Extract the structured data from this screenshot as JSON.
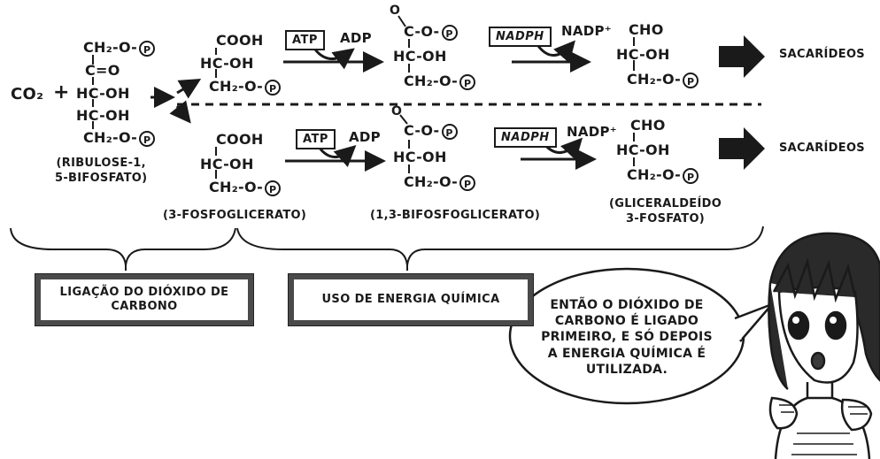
{
  "reactants": {
    "co2": "CO₂",
    "plus": "+",
    "ribulose": [
      "CH₂-O-",
      "C=O",
      "HC-OH",
      "HC-OH",
      "CH₂-O-"
    ],
    "ribulose_label": [
      "(RIBULOSE-1,",
      "5-BIFOSFATO)"
    ]
  },
  "phosphate_symbol": "P",
  "pathway_top": {
    "pga": [
      "COOH",
      "HC-OH",
      "CH₂-O-"
    ],
    "atp": "ATP",
    "adp": "ADP",
    "bpg": [
      "O",
      "C-O-",
      "HC-OH",
      "CH₂-O-"
    ],
    "nadph": "NADPH",
    "nadp": "NADP⁺",
    "g3p": [
      "CHO",
      "HC-OH",
      "CH₂-O-"
    ],
    "product": "SACARÍDEOS"
  },
  "pathway_bottom": {
    "pga": [
      "COOH",
      "HC-OH",
      "CH₂-O-"
    ],
    "atp": "ATP",
    "adp": "ADP",
    "bpg": [
      "O",
      "C-O-",
      "HC-OH",
      "CH₂-O-"
    ],
    "nadph": "NADPH",
    "nadp": "NADP⁺",
    "g3p": [
      "CHO",
      "HC-OH",
      "CH₂-O-"
    ],
    "product": "SACARÍDEOS"
  },
  "labels": {
    "pga": "(3-FOSFOGLICERATO)",
    "bpg": "(1,3-BIFOSFOGLICERATO)",
    "g3p": [
      "(GLICERALDEÍDO",
      "3-FOSFATO)"
    ]
  },
  "stages": {
    "fixation": [
      "LIGAÇÃO DO DIÓXIDO DE",
      "CARBONO"
    ],
    "energy": "USO DE ENERGIA QUÍMICA"
  },
  "speech_bubble": [
    "ENTÃO O DIÓXIDO DE",
    "CARBONO É LIGADO",
    "PRIMEIRO, E SÓ DEPOIS",
    "A ENERGIA QUÍMICA É",
    "UTILIZADA."
  ]
}
